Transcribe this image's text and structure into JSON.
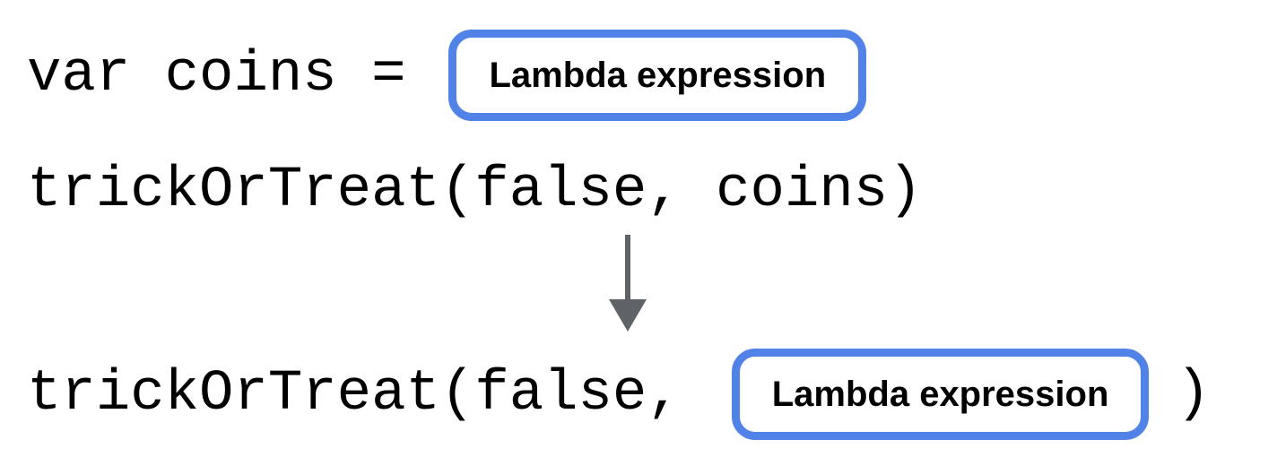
{
  "diagram": {
    "line1_code": "var coins =",
    "line2_code": "trickOrTreat(false, coins)",
    "line3_code_before": "trickOrTreat(false,",
    "line3_code_after": ")",
    "box_label": "Lambda expression",
    "arrow_icon": "down-arrow"
  },
  "colors": {
    "box_border": "#5082e8",
    "arrow": "#5f6368",
    "code_text": "#000000",
    "label_text": "#000000",
    "background": "#ffffff"
  }
}
